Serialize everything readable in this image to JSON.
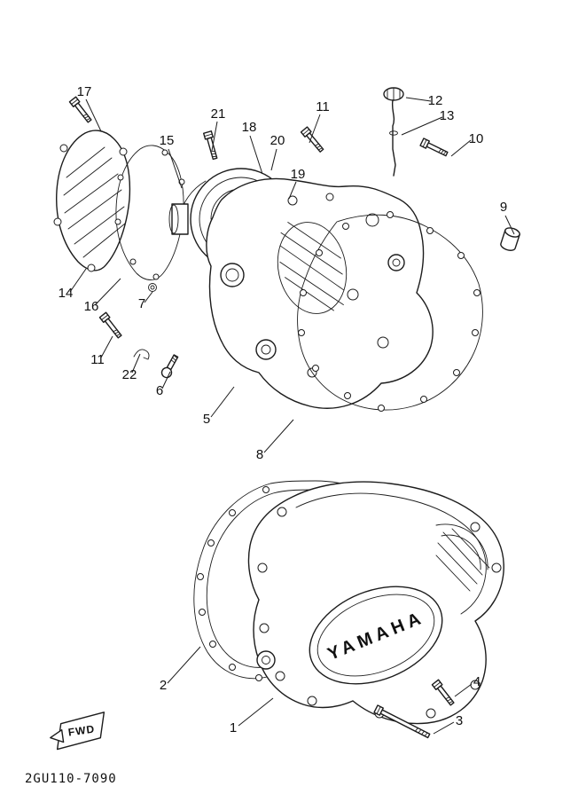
{
  "diagram": {
    "part_code": "2GU110-7090",
    "fwd_label": "FWD",
    "brand": "YAMAHA",
    "callouts": [
      {
        "label": "17"
      },
      {
        "label": "21"
      },
      {
        "label": "18"
      },
      {
        "label": "11"
      },
      {
        "label": "12"
      },
      {
        "label": "13"
      },
      {
        "label": "10"
      },
      {
        "label": "15"
      },
      {
        "label": "20"
      },
      {
        "label": "19"
      },
      {
        "label": "9"
      },
      {
        "label": "14"
      },
      {
        "label": "16"
      },
      {
        "label": "7"
      },
      {
        "label": "11"
      },
      {
        "label": "22"
      },
      {
        "label": "6"
      },
      {
        "label": "5"
      },
      {
        "label": "8"
      },
      {
        "label": "2"
      },
      {
        "label": "1"
      },
      {
        "label": "4"
      },
      {
        "label": "3"
      }
    ]
  }
}
